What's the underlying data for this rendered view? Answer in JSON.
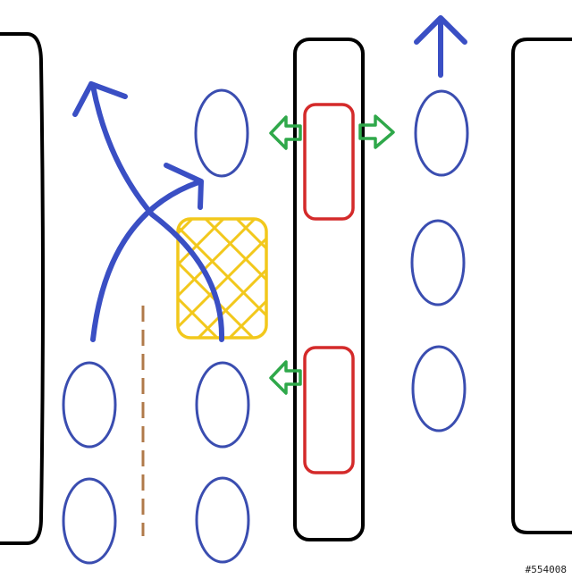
{
  "watermark": "#554008",
  "colors": {
    "outline": "#000000",
    "person": "#3a4db0",
    "arrow": "#3a4fc4",
    "red_box": "#d42a2a",
    "green_arrow": "#2fa84a",
    "yellow_zone": "#f2c81c",
    "dashed_line": "#b07a4a",
    "background": "#ffffff"
  },
  "icons": {
    "people": "blue-oval-person",
    "flow_arrows": "blue-curved-arrow",
    "exit_arrows": "green-hollow-arrow",
    "hazard_zone": "yellow-crosshatch-square",
    "barriers": "red-rounded-rectangle"
  }
}
